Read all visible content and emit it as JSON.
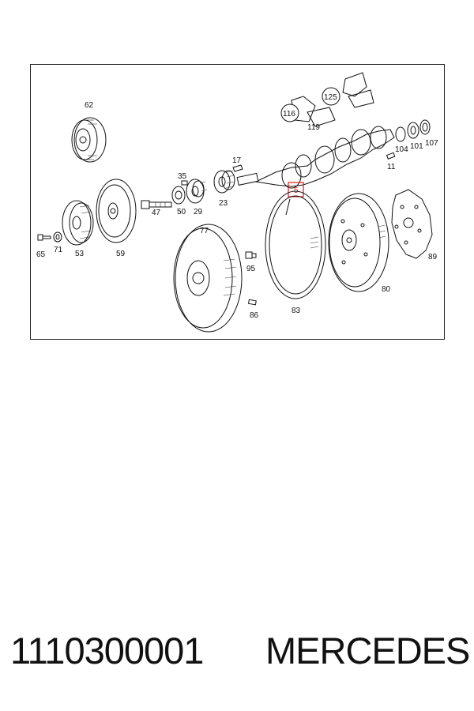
{
  "diagram": {
    "callouts": {
      "c62": "62",
      "c116": "116",
      "c125": "125",
      "c119": "119",
      "c104": "104",
      "c101": "101",
      "c107": "107",
      "c11": "11",
      "c17": "17",
      "c35": "35",
      "c50": "50",
      "c29": "29",
      "c23": "23",
      "c47": "47",
      "c65": "65",
      "c71": "71",
      "c53": "53",
      "c59": "59",
      "c77": "77",
      "c95": "95",
      "c86": "86",
      "c83": "83",
      "c80": "80",
      "c89": "89"
    },
    "highlighted_part": "5",
    "highlight_color": "#e0191b"
  },
  "footer": {
    "part_number": "1110300001",
    "brand": "MERCEDES"
  }
}
